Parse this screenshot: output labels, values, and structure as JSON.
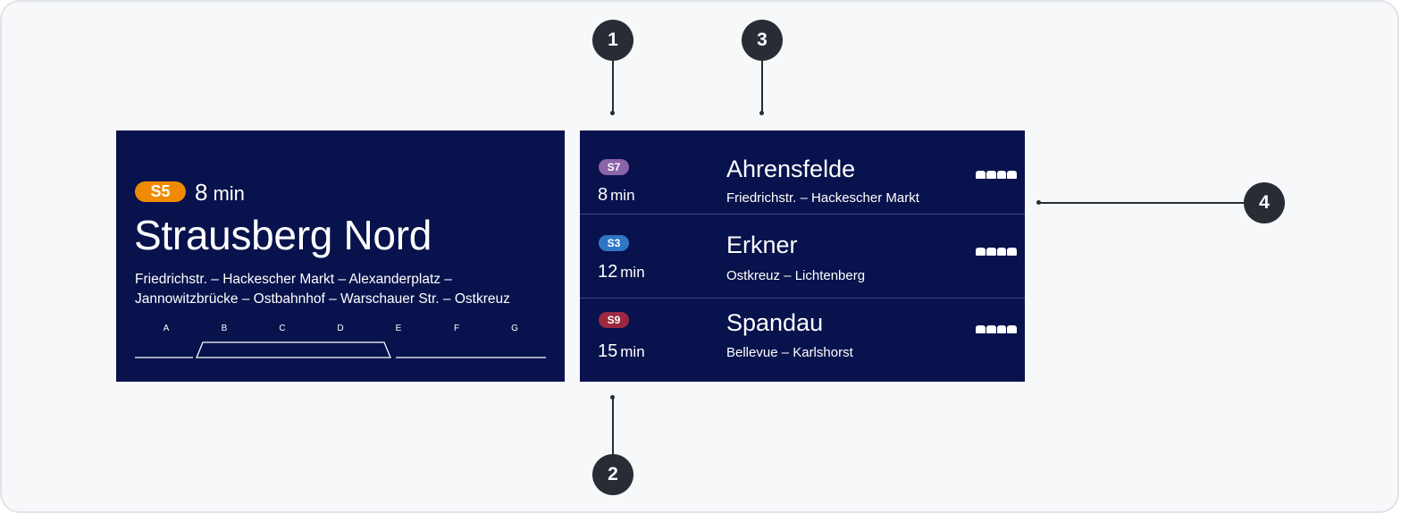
{
  "main_departure": {
    "line": "S5",
    "line_color": "#f08a00",
    "eta_value": "8",
    "eta_unit": "min",
    "destination": "Strausberg Nord",
    "via_line1": "Friedrichstr. – Hackescher Markt – Alexanderplatz –",
    "via_line2": "Jannowitzbrücke – Ostbahnhof – Warschauer Str. – Ostkreuz",
    "platform_sectors": [
      "A",
      "B",
      "C",
      "D",
      "E",
      "F",
      "G"
    ],
    "train_icon": "train-position-icon"
  },
  "departures": [
    {
      "line": "S7",
      "line_color": "#8a63a8",
      "eta_value": "8",
      "eta_unit": "min",
      "destination": "Ahrensfelde",
      "via": "Friedrichstr. – Hackescher Markt",
      "icon": "train-cars-icon"
    },
    {
      "line": "S3",
      "line_color": "#2e76c6",
      "eta_value": "12",
      "eta_unit": "min",
      "destination": "Erkner",
      "via": "Ostkreuz – Lichtenberg",
      "icon": "train-cars-icon"
    },
    {
      "line": "S9",
      "line_color": "#9a2840",
      "eta_value": "15",
      "eta_unit": "min",
      "destination": "Spandau",
      "via": "Bellevue – Karlshorst",
      "icon": "train-cars-icon"
    }
  ],
  "callouts": [
    "1",
    "2",
    "3",
    "4"
  ],
  "colors": {
    "panel_background": "#08124c",
    "frame_background": "#f7f8fa",
    "callout": "#282c35"
  }
}
